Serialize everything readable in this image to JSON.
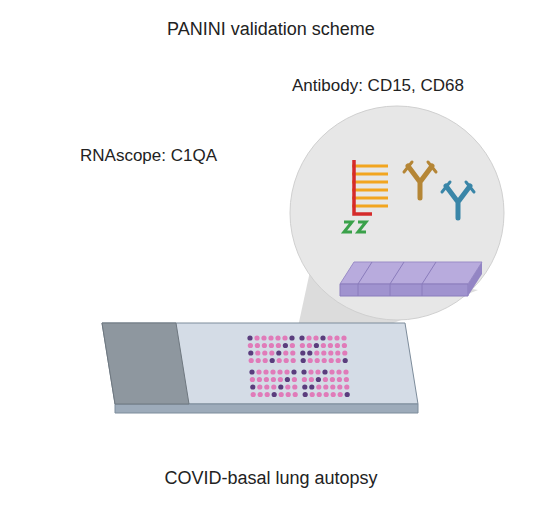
{
  "diagram": {
    "title": "PANINI validation scheme",
    "caption": "COVID-basal lung autopsy",
    "labels": [
      "Antibody: CD15, CD68",
      "RNAscope: C1QA"
    ]
  }
}
